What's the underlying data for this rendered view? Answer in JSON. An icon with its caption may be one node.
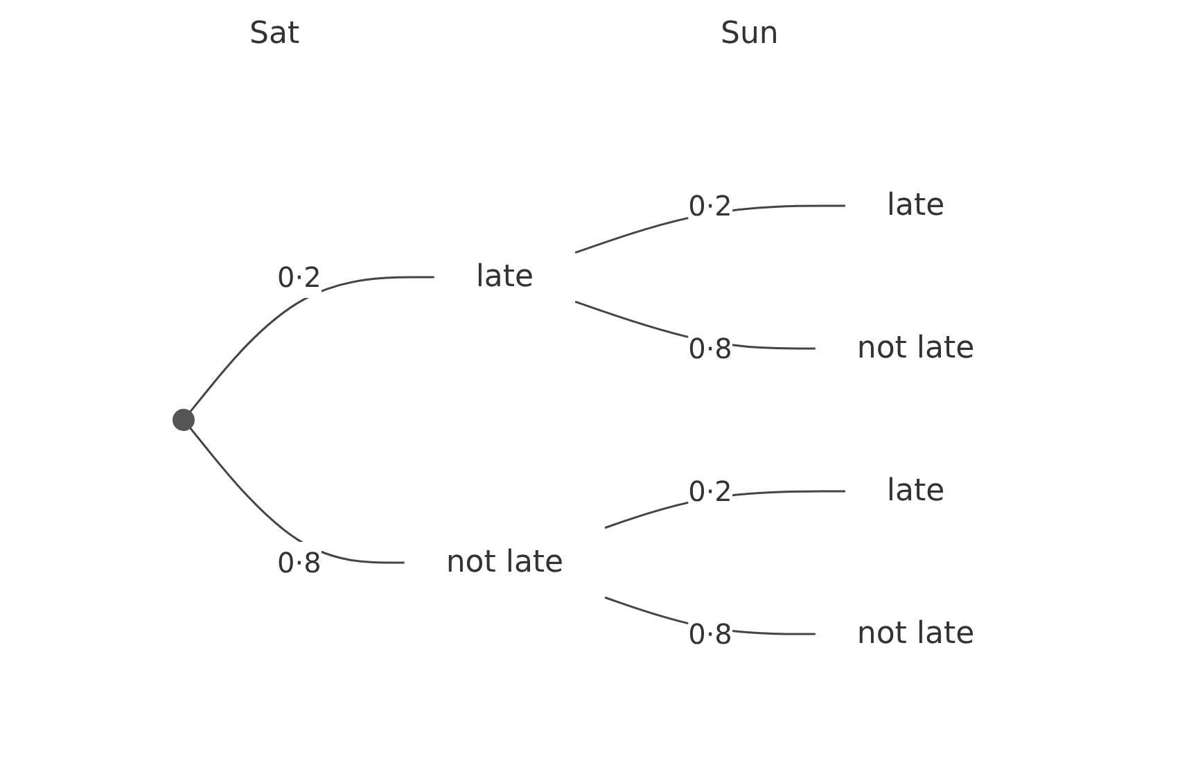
{
  "diagram": {
    "nodes": [
      {
        "text": [],
        "shape": "circle"
      },
      {
        "text": [
          "late"
        ]
      },
      {
        "text": [
          "not late"
        ]
      },
      {
        "text": [
          "late"
        ]
      },
      {
        "text": [
          "not late"
        ]
      },
      {
        "text": [
          "late"
        ]
      },
      {
        "text": [
          "not late"
        ]
      }
    ],
    "edges": [
      {
        "from": 0,
        "to": 1,
        "arrow": "none",
        "label": "0·2"
      },
      {
        "from": 0,
        "to": 2,
        "arrow": "none",
        "label": "0·8"
      },
      {
        "from": 1,
        "to": 3,
        "arrow": "none",
        "label": "0·2"
      },
      {
        "from": 1,
        "to": 4,
        "arrow": "none",
        "label": "0·8"
      },
      {
        "from": 2,
        "to": 5,
        "arrow": "none",
        "label": "0·2"
      },
      {
        "from": 2,
        "to": 6,
        "arrow": "none",
        "label": "0·8"
      }
    ],
    "labels": [
      "Sat",
      "Sun"
    ]
  }
}
